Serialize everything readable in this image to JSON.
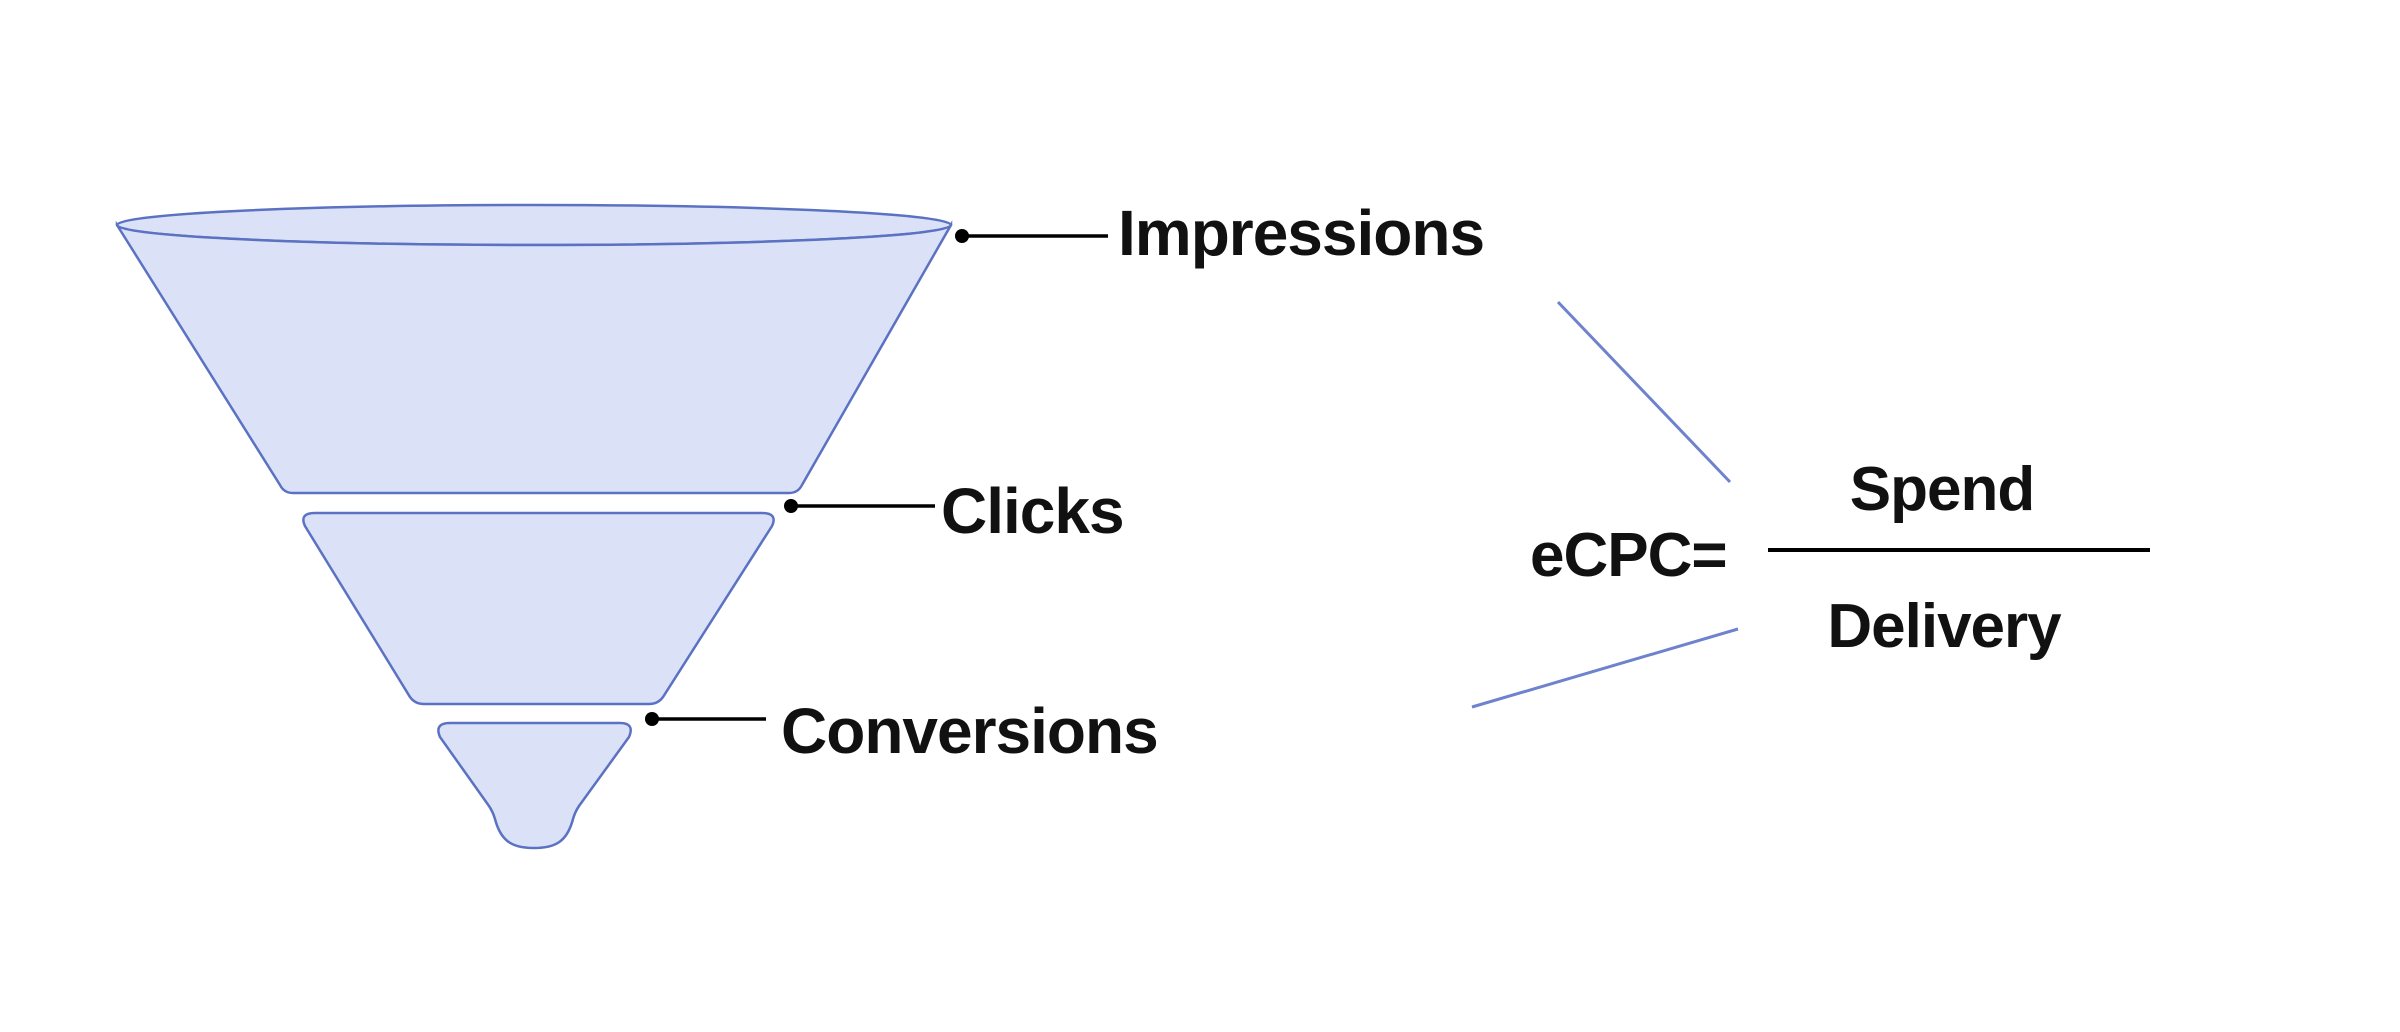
{
  "diagram": {
    "type": "funnel-with-formula",
    "stages": [
      {
        "label": "Impressions"
      },
      {
        "label": "Clicks"
      },
      {
        "label": "Conversions"
      }
    ],
    "formula": {
      "lhs": "eCPC=",
      "numerator": "Spend",
      "denominator": "Delivery"
    }
  },
  "colors": {
    "funnel_fill": "#dbe2f8",
    "funnel_stroke": "#5b72c3",
    "connector": "#000000",
    "fraction_bar": "#000000",
    "pointer_line": "#6e82cd",
    "text": "#111111",
    "background": "#ffffff"
  }
}
